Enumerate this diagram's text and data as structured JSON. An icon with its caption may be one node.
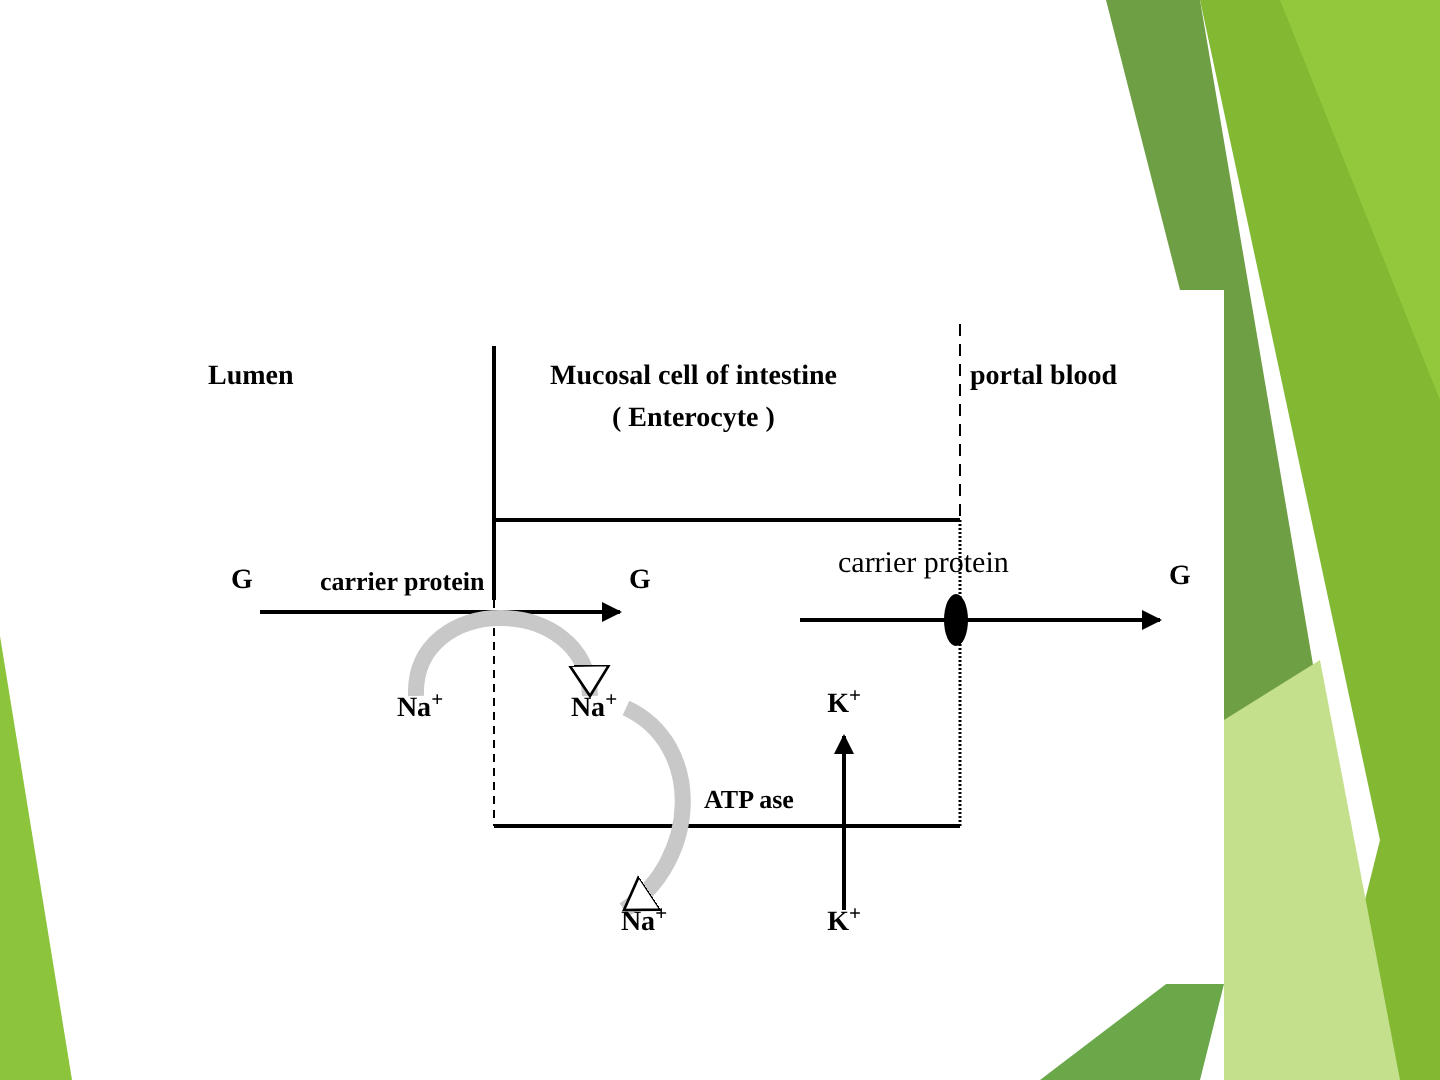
{
  "diagram": {
    "nodes": [
      {
        "text": [
          "G"
        ]
      },
      {
        "text": [
          "G"
        ]
      },
      {
        "text": [
          "G"
        ]
      },
      {
        "text": [
          "Na$^{+}$"
        ]
      },
      {
        "text": [
          "Na$^{+}$"
        ]
      },
      {
        "text": [
          "K$^{+}$"
        ]
      },
      {
        "text": [
          "Na$^{+}$"
        ]
      },
      {
        "text": [
          "K$^{+}$"
        ]
      }
    ],
    "edges": [
      {
        "from": 0,
        "to": 1,
        "arrow": "to"
      },
      {
        "from": null,
        "to": 2,
        "arrow": "to"
      },
      {
        "from": 3,
        "to": 4,
        "arrow": "to",
        "style": "thick",
        "color": "#c8c8c8"
      },
      {
        "from": 4,
        "to": 6,
        "arrow": "to",
        "style": "thick",
        "color": "#c8c8c8"
      },
      {
        "from": 7,
        "to": 5,
        "arrow": "to"
      }
    ],
    "labels": [
      "Lumen",
      "Mucosal cell of intestine",
      "( Enterocyte )",
      "portal blood",
      "carrier protein",
      "carrier protein",
      "ATP ase"
    ]
  }
}
